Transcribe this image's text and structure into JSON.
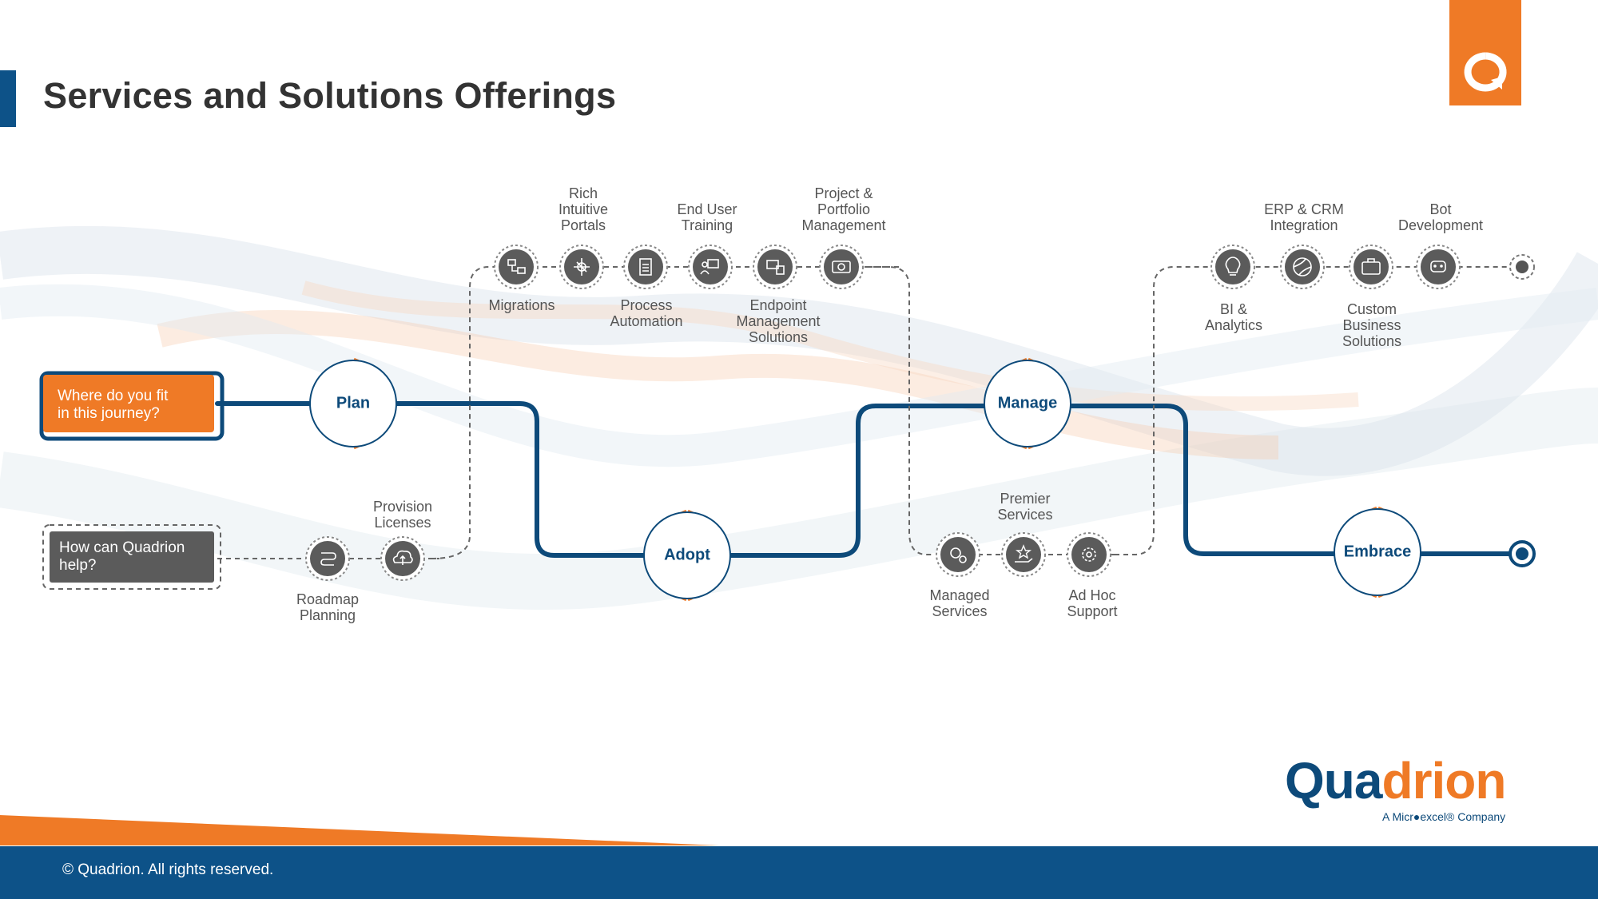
{
  "title": "Services and Solutions Offerings",
  "colors": {
    "accent": "#ef7a26",
    "brand_blue": "#0d5288",
    "icon_gray": "#5b5b5b"
  },
  "cta": {
    "where": "Where do you fit\nin this journey?",
    "how": "How can Quadrion\nhelp?"
  },
  "stages": {
    "plan": "Plan",
    "adopt": "Adopt",
    "manage": "Manage",
    "embrace": "Embrace"
  },
  "services": {
    "migrations": "Migrations",
    "rich_portals": "Rich\nIntuitive\nPortals",
    "process_automation": "Process\nAutomation",
    "end_user_training": "End User\nTraining",
    "endpoint_management": "Endpoint\nManagement\nSolutions",
    "project_portfolio": "Project &\nPortfolio\nManagement",
    "roadmap_planning": "Roadmap\nPlanning",
    "provision_licenses": "Provision\nLicenses",
    "managed_services": "Managed\nServices",
    "premier_services": "Premier\nServices",
    "ad_hoc_support": "Ad Hoc\nSupport",
    "bi_analytics": "BI &\nAnalytics",
    "erp_crm": "ERP & CRM\nIntegration",
    "custom_business": "Custom\nBusiness\nSolutions",
    "bot_development": "Bot\nDevelopment"
  },
  "icons": {
    "migrations": "migration-icon",
    "rich_portals": "portal-icon",
    "process_automation": "document-icon",
    "end_user_training": "training-icon",
    "endpoint_management": "endpoint-icon",
    "project_portfolio": "project-icon",
    "roadmap_planning": "roadmap-icon",
    "provision_licenses": "cloud-upload-icon",
    "managed_services": "gears-icon",
    "premier_services": "star-hand-icon",
    "ad_hoc_support": "gear-icon",
    "bi_analytics": "lightbulb-icon",
    "erp_crm": "integration-icon",
    "custom_business": "briefcase-icon",
    "bot_development": "bot-icon"
  },
  "brand": {
    "name_part1": "Qua",
    "name_part2": "drion",
    "tagline": "A Micr●excel® Company"
  },
  "footer": {
    "copyright": "© Quadrion. All rights reserved."
  }
}
